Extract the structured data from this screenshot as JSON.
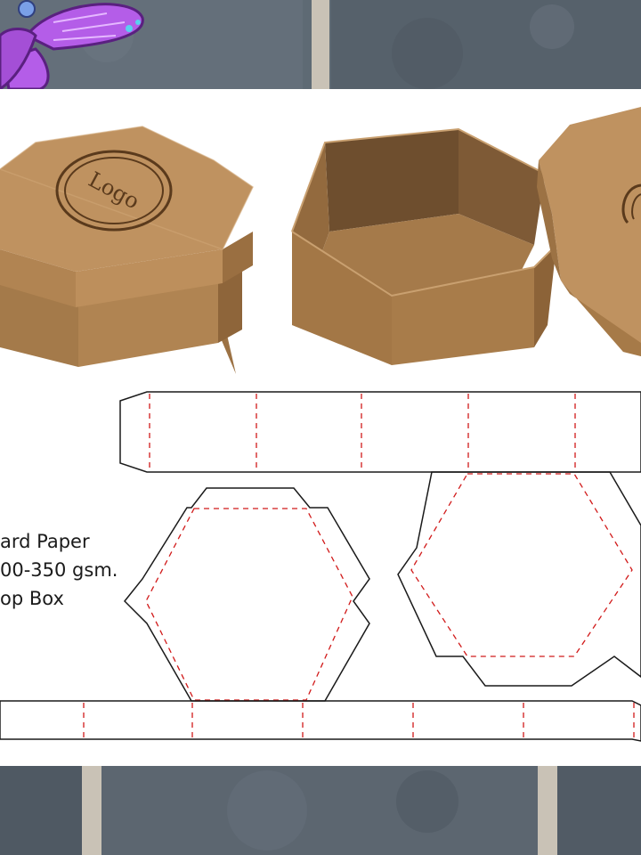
{
  "image": {
    "subject": "hexagonal kraft gift box mockup with die-cut template",
    "background": "stone tile floor",
    "box_colors": {
      "lid_top": "#b98c5a",
      "side_light": "#a67a48",
      "side_dark": "#8a6238",
      "interior": "#7a5734",
      "logo_ink": "#5a3a1c"
    },
    "template_colors": {
      "cut_line": "#1a1a1a",
      "fold_line": "#d11a1a"
    },
    "butterfly_color": "#b45de8"
  },
  "box_logo_text": "Logo",
  "spec_lines": [
    "ard Paper",
    "00-350 gsm.",
    "op Box"
  ]
}
